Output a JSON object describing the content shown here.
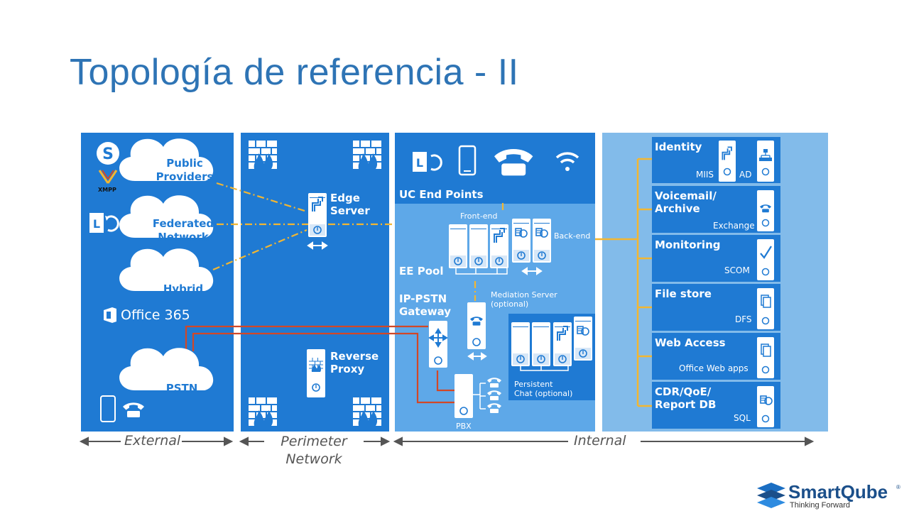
{
  "title": "Topología de referencia - II",
  "colors": {
    "primary": "#1f7ad3",
    "light_panel": "#82bbea",
    "title": "#2e74b5",
    "link_yellow": "#f2b632",
    "link_red": "#d24726"
  },
  "external": {
    "clouds": [
      {
        "label": "Public\nProviders"
      },
      {
        "label": "Federated\nNetwork"
      },
      {
        "label": "Hybrid"
      },
      {
        "label": "PSTN"
      }
    ],
    "xmpp_label": "XMPP",
    "office_label": "Office 365"
  },
  "perimeter": {
    "edge_label": "Edge\nServer",
    "proxy_label": "Reverse\nProxy"
  },
  "internal": {
    "uc_label": "UC End Points",
    "frontend_label": "Front-end",
    "backend_label": "Back-end",
    "pool_label": "EE Pool",
    "gateway_label": "IP-PSTN\nGateway",
    "mediation_label": "Mediation Server\n(optional)",
    "persistent_label": "Persistent\nChat (optional)",
    "pbx_label": "PBX"
  },
  "services": [
    {
      "title": "Identity",
      "sub": "MIIS",
      "sub2": "AD",
      "icon": "identity-icon"
    },
    {
      "title": "Voicemail/\nArchive",
      "sub": "Exchange",
      "icon": "phone-icon"
    },
    {
      "title": "Monitoring",
      "sub": "SCOM",
      "icon": "checkmark-icon"
    },
    {
      "title": "File store",
      "sub": "DFS",
      "icon": "documents-icon"
    },
    {
      "title": "Web Access",
      "sub": "Office Web apps",
      "icon": "documents-icon"
    },
    {
      "title": "CDR/QoE/\nReport DB",
      "sub": "SQL",
      "icon": "database-icon"
    }
  ],
  "zones": {
    "external": "External",
    "perimeter": "Perimeter\nNetwork",
    "internal": "Internal"
  },
  "logo": {
    "name": "SmartQube",
    "registered": "®",
    "tagline": "Thinking Forward"
  }
}
